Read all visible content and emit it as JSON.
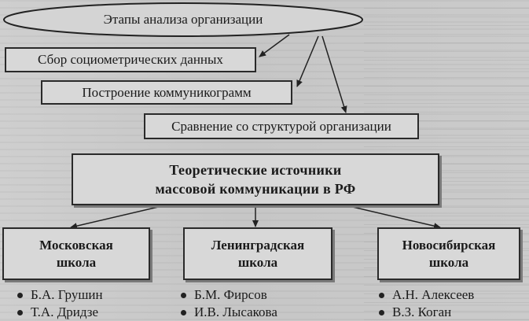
{
  "diagram": {
    "stages_title": "Этапы анализа организации",
    "stages": [
      "Сбор социометрических данных",
      "Построение коммуникограмм",
      "Сравнение со структурой организации"
    ],
    "sources_title_line1": "Теоретические источники",
    "sources_title_line2": "массовой коммуникации в РФ",
    "schools": [
      {
        "line1": "Московская",
        "line2": "школа",
        "people": [
          "Б.А. Грушин",
          "Т.А. Дридзе"
        ]
      },
      {
        "line1": "Ленинградская",
        "line2": "школа",
        "people": [
          "Б.М. Фирсов",
          "И.В. Лысакова"
        ]
      },
      {
        "line1": "Новосибирская",
        "line2": "школа",
        "people": [
          "А.Н. Алексеев",
          "В.З. Коган"
        ]
      }
    ]
  },
  "colors": {
    "ink": "#1a1a1a",
    "paper": "#c9c9c9",
    "box_fill": "#d8d8d8"
  }
}
